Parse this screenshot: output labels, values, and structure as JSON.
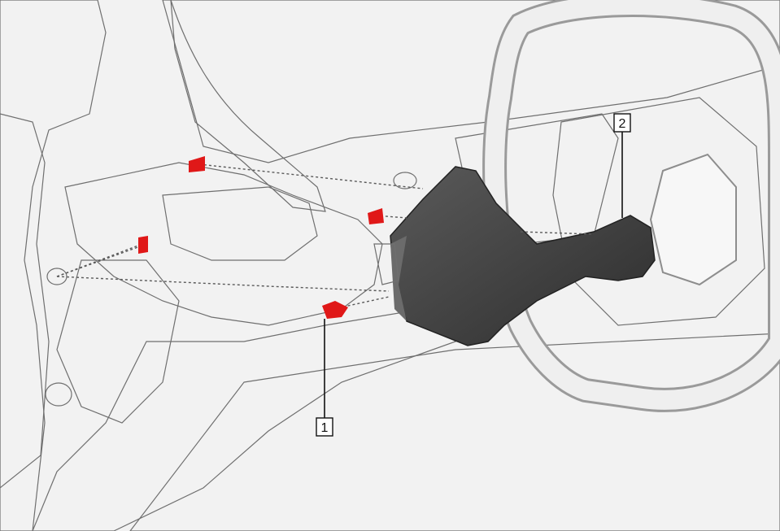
{
  "diagram": {
    "callouts": [
      {
        "id": "1",
        "label": "1"
      },
      {
        "id": "2",
        "label": "2"
      }
    ],
    "colors": {
      "background": "#ffffff",
      "part_light": "#e6e6e6",
      "part_mid": "#cfcfcf",
      "part_dark": "#3f3f3f",
      "retainer_red": "#e01818"
    }
  }
}
